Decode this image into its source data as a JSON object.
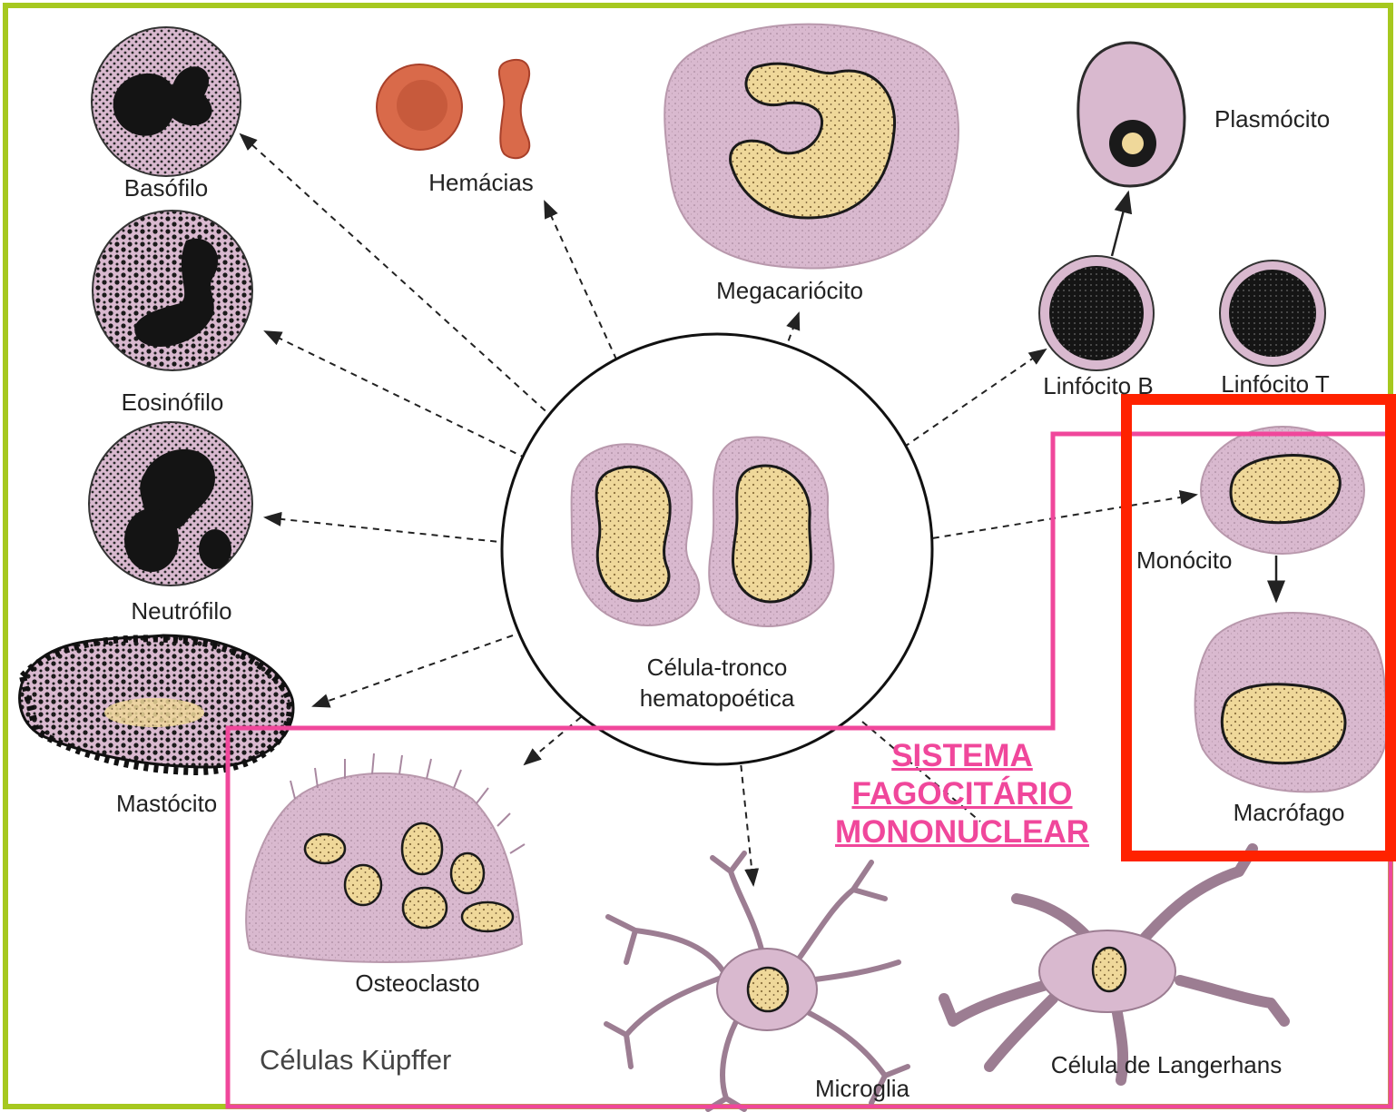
{
  "colors": {
    "frame_border": "#a6c81f",
    "cytoplasm": "#d9b9cf",
    "nucleus": "#efd89a",
    "granule": "#1a1a1a",
    "erythrocyte": "#d96a4a",
    "highlight_red": "#ff2200",
    "highlight_pink": "#f0479b"
  },
  "cells": {
    "basofilo": "Basófilo",
    "hemacias": "Hemácias",
    "megacariocito": "Megacariócito",
    "plasmocito": "Plasmócito",
    "eosinofilo": "Eosinófilo",
    "linfocito_b": "Linfócito B",
    "linfocito_t": "Linfócito T",
    "neutrofilo": "Neutrófilo",
    "monocito": "Monócito",
    "mastocito": "Mastócito",
    "macrofago": "Macrófago",
    "osteoclasto": "Osteoclasto",
    "microglia": "Microglia",
    "langerhans": "Célula de Langerhans"
  },
  "stem_cell": {
    "line1": "Célula-tronco",
    "line2": "hematopoética"
  },
  "highlight": {
    "title_line1": "SISTEMA",
    "title_line2": "FAGOCITÁRIO",
    "title_line3": "MONONUCLEAR",
    "kupffer": "Células Küpffer"
  }
}
